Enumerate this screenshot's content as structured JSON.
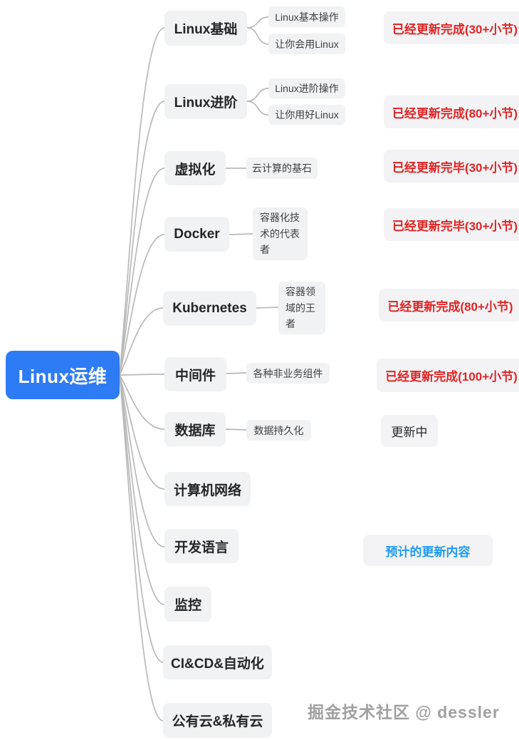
{
  "root": {
    "label": "Linux运维"
  },
  "branches": [
    {
      "topic": "Linux基础",
      "children": [
        "Linux基本操作",
        "让你会用Linux"
      ],
      "status": {
        "text": "已经更新完成(30+小节)",
        "style": "red"
      }
    },
    {
      "topic": "Linux进阶",
      "children": [
        "Linux进阶操作",
        "让你用好Linux"
      ],
      "status": {
        "text": "已经更新完成(80+小节)",
        "style": "red"
      }
    },
    {
      "topic": "虚拟化",
      "children": [
        "云计算的基石"
      ],
      "status": {
        "text": "已经更新完毕(30+小节)",
        "style": "red"
      }
    },
    {
      "topic": "Docker",
      "children": [
        "容器化技术的代表者"
      ],
      "status": {
        "text": "已经更新完毕(30+小节)",
        "style": "red"
      }
    },
    {
      "topic": "Kubernetes",
      "children": [
        "容器领域的王者"
      ],
      "status": {
        "text": "已经更新完成(80+小节)",
        "style": "red"
      }
    },
    {
      "topic": "中间件",
      "children": [
        "各种非业务组件"
      ],
      "status": {
        "text": "已经更新完成(100+小节)",
        "style": "red"
      }
    },
    {
      "topic": "数据库",
      "children": [
        "数据持久化"
      ],
      "status": {
        "text": "更新中",
        "style": "plain"
      }
    },
    {
      "topic": "计算机网络",
      "children": [],
      "status": null
    },
    {
      "topic": "开发语言",
      "children": [],
      "status": null
    },
    {
      "topic": "监控",
      "children": [],
      "status": null
    },
    {
      "topic": "CI&CD&自动化",
      "children": [],
      "status": null
    },
    {
      "topic": "公有云&私有云",
      "children": [],
      "status": null
    }
  ],
  "legend": {
    "upcoming": "预计的更新内容"
  },
  "watermark": "掘金技术社区 @ dessler",
  "colors": {
    "root_bg": "#2e7bf6",
    "node_bg": "#f1f2f3",
    "status_done": "#e02424",
    "status_upcoming": "#1e9bf5",
    "connector": "#b9b9b9"
  }
}
